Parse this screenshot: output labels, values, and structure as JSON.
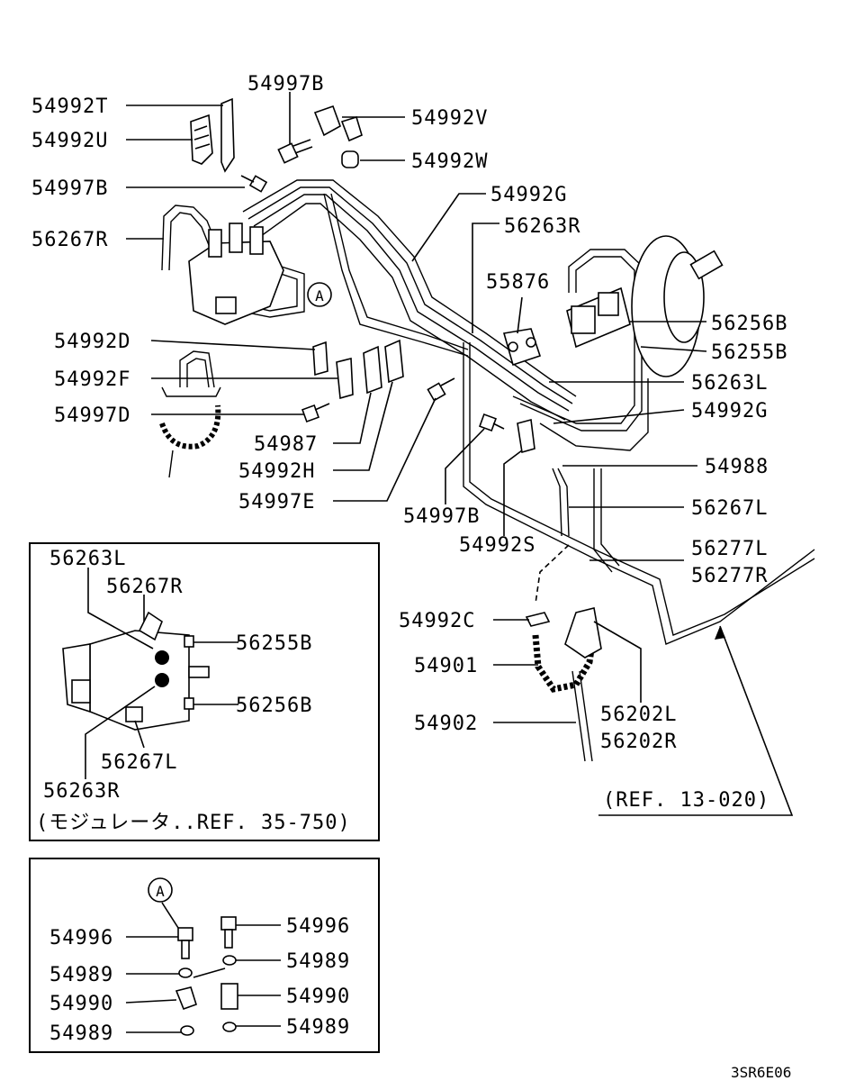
{
  "labels": {
    "l_54992T": "54992T",
    "l_54992U": "54992U",
    "l_54997B_top": "54997B",
    "l_54992V": "54992V",
    "l_54992W": "54992W",
    "l_54997B_left": "54997B",
    "l_54992G_top": "54992G",
    "l_56263R_top": "56263R",
    "l_56267R_left": "56267R",
    "l_55876": "55876",
    "l_56256B": "56256B",
    "l_56255B": "56255B",
    "l_54992D": "54992D",
    "l_56263L_right": "56263L",
    "l_54992F": "54992F",
    "l_54992G_right": "54992G",
    "l_54997D": "54997D",
    "l_54987": "54987",
    "l_54988": "54988",
    "l_54992H": "54992H",
    "l_54997E": "54997E",
    "l_56267L_right": "56267L",
    "l_54997B_mid": "54997B",
    "l_54992S": "54992S",
    "l_56277L": "56277L",
    "l_56277R": "56277R",
    "l_54992C": "54992C",
    "l_54901": "54901",
    "l_54902": "54902",
    "l_56202L": "56202L",
    "l_56202R": "56202R",
    "l_ref13": "(REF. 13-020)",
    "l_A_main": "A"
  },
  "inset1": {
    "l_56263L": "56263L",
    "l_56267R": "56267R",
    "l_56255B": "56255B",
    "l_56256B": "56256B",
    "l_56267L": "56267L",
    "l_56263R": "56263R",
    "caption": "(モジュレータ..REF. 35-750)"
  },
  "inset2": {
    "l_A": "A",
    "l_54996_left": "54996",
    "l_54996_right": "54996",
    "l_54989_left1": "54989",
    "l_54989_right1": "54989",
    "l_54990_left": "54990",
    "l_54990_right": "54990",
    "l_54989_left2": "54989",
    "l_54989_right2": "54989"
  },
  "diagram_code": "3SR6E06"
}
